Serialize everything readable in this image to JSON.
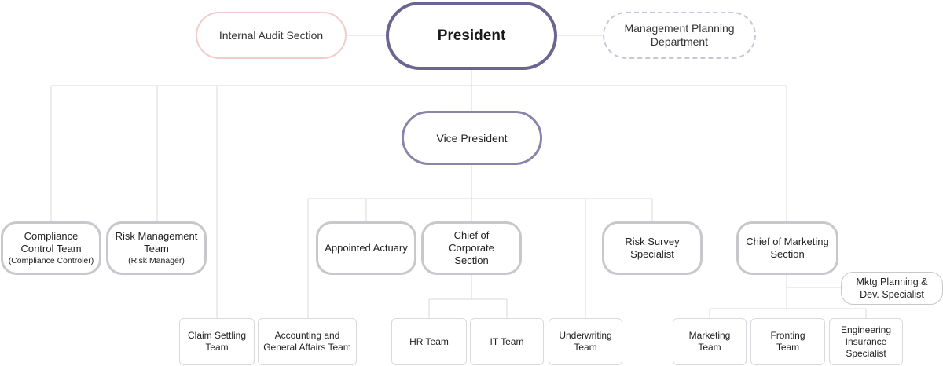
{
  "org": {
    "president": "President",
    "internal_audit": "Internal Audit Section",
    "mgmt_planning_line1": "Management Planning",
    "mgmt_planning_line2": "Department",
    "vice_president": "Vice President",
    "compliance_line1": "Compliance",
    "compliance_line2": "Control Team",
    "compliance_sub": "(Compliance Controler)",
    "risk_mgmt_line1": "Risk Management",
    "risk_mgmt_line2": "Team",
    "risk_mgmt_sub": "(Risk Manager)",
    "appointed_actuary": "Appointed Actuary",
    "chief_corporate_line1": "Chief of",
    "chief_corporate_line2": "Corporate",
    "chief_corporate_line3": "Section",
    "risk_survey_line1": "Risk Survey",
    "risk_survey_line2": "Specialist",
    "chief_marketing_line1": "Chief of Marketing",
    "chief_marketing_line2": "Section",
    "mktg_planning_line1": "Mktg Planning &",
    "mktg_planning_line2": "Dev. Specialist",
    "claim_line1": "Claim Settling",
    "claim_line2": "Team",
    "accounting_line1": "Accounting and",
    "accounting_line2": "General Affairs Team",
    "hr_team": "HR Team",
    "it_team": "IT Team",
    "underwriting_line1": "Underwriting",
    "underwriting_line2": "Team",
    "marketing_line1": "Marketing",
    "marketing_line2": "Team",
    "fronting_line1": "Fronting",
    "fronting_line2": "Team",
    "engineering_line1": "Engineering",
    "engineering_line2": "Insurance",
    "engineering_line3": "Specialist"
  },
  "colors": {
    "president_border": "#6b6592",
    "vp_border": "#8a84a8",
    "audit_border": "#f2cccb",
    "mgmt_border": "#c9c6d9",
    "node_border": "#c7c7cc",
    "team_border": "#dadade",
    "connector": "#d9d9de"
  }
}
